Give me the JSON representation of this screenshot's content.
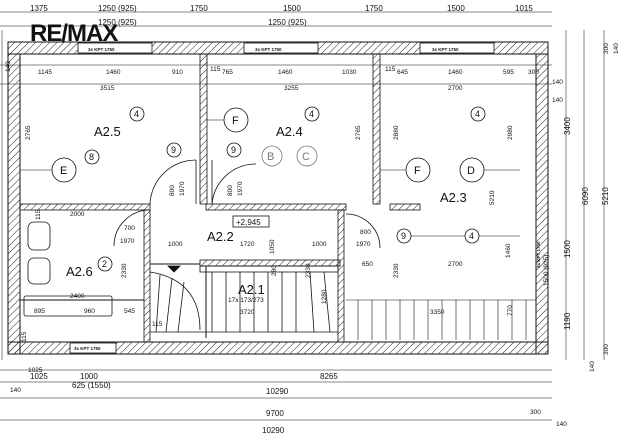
{
  "logo": {
    "text": "RE/MAX"
  },
  "top_dims_row1": [
    "1375",
    "1250 (925)",
    "1750",
    "1500",
    "1750",
    "1500",
    "1015"
  ],
  "top_dims_row2": [
    "1250 (925)",
    "1250 (925)"
  ],
  "top_dims_row3": [
    "1145",
    "1460",
    "910",
    "115",
    "765",
    "1460",
    "1030",
    "115",
    "645",
    "1460",
    "595",
    "300",
    "140"
  ],
  "top_dims_row4": [
    "3515",
    "3255",
    "2700"
  ],
  "windows": [
    "3x KPT 1750",
    "3x KPT 1750",
    "3x KPT 1750",
    "3x KPT 1750",
    "3x KPT 1750"
  ],
  "rooms": [
    {
      "name": "A2.5",
      "circle": "8"
    },
    {
      "name": "A2.4"
    },
    {
      "name": "A2.3"
    },
    {
      "name": "A2.2"
    },
    {
      "name": "A2.6",
      "circle": "2"
    },
    {
      "name": "A2.1",
      "sub": "17x 173/273",
      "len": "3720"
    }
  ],
  "tags": {
    "t4": "4",
    "t9": "9",
    "F": "F",
    "E": "E",
    "D": "D",
    "B": "B",
    "C": "C"
  },
  "level": "+2,945",
  "doors": [
    "800",
    "1970",
    "800",
    "1970",
    "700",
    "1970",
    "800",
    "1970"
  ],
  "inner_dims": [
    "2765",
    "2765",
    "2880",
    "2980",
    "5210",
    "2000",
    "1000",
    "1720",
    "1050",
    "1000",
    "280",
    "2330",
    "1460",
    "2700",
    "650",
    "2330",
    "1280",
    "115",
    "115",
    "2400",
    "895",
    "960",
    "545",
    "115",
    "3350",
    "770",
    "1500 (925)",
    "2330"
  ],
  "right_dims": [
    "300",
    "140",
    "140",
    "3400",
    "6090",
    "5210",
    "1500",
    "1190",
    "300",
    "140"
  ],
  "left_dims": [
    "140",
    "1025",
    "140"
  ],
  "bottom_dims": [
    "1025",
    "1000",
    "8265",
    "625 (1550)",
    "10290",
    "9700",
    "300",
    "140",
    "10290"
  ]
}
